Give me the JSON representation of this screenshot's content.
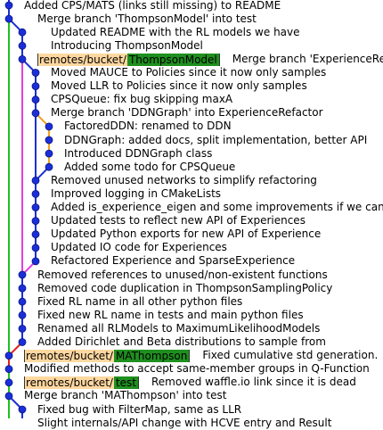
{
  "commits": [
    {
      "message": "Added CPS/MATS (links still missing) to README"
    },
    {
      "message": "Merge branch 'ThompsonModel' into test"
    },
    {
      "message": "Updated README with the RL models we have"
    },
    {
      "message": "Introducing ThompsonModel"
    },
    {
      "refs": [
        {
          "remote": "remotes/bucket/",
          "branch": "ThompsonModel"
        }
      ],
      "message": "Merge branch 'ExperienceRefactor'"
    },
    {
      "message": "Moved MAUCE to Policies since it now only samples"
    },
    {
      "message": "Moved LLR to Policies since it now only samples"
    },
    {
      "message": "CPSQueue: fix bug skipping maxA"
    },
    {
      "message": "Merge branch 'DDNGraph' into ExperienceRefactor"
    },
    {
      "message": "FactoredDDN: renamed to DDN"
    },
    {
      "message": "DDNGraph: added docs, split implementation, better API"
    },
    {
      "message": "Introduced DDNGraph class"
    },
    {
      "message": "Added some todo for CPSQueue"
    },
    {
      "message": "Removed unused networks to simplify refactoring"
    },
    {
      "message": "Improved logging in CMakeLists"
    },
    {
      "message": "Added is_experience_eigen and some improvements if we can"
    },
    {
      "message": "Updated tests to reflect new API of Experiences"
    },
    {
      "message": "Updated Python exports for new API of Experience"
    },
    {
      "message": "Updated IO code for Experiences"
    },
    {
      "message": "Refactored Experience and SparseExperience"
    },
    {
      "message": "Removed references to unused/non-existent functions"
    },
    {
      "message": "Removed code duplication in ThompsonSamplingPolicy"
    },
    {
      "message": "Fixed RL name in all other python files"
    },
    {
      "message": "Fixed new RL name in tests and main python files"
    },
    {
      "message": "Renamed all RLModels to MaximumLikelihoodModels"
    },
    {
      "message": "Added Dirichlet and Beta distributions to sample from"
    },
    {
      "refs": [
        {
          "remote": "remotes/bucket/",
          "branch": "MAThompson"
        }
      ],
      "message": "Fixed cumulative std generation."
    },
    {
      "message": "Modified methods to accept same-member groups in Q-Function"
    },
    {
      "refs": [
        {
          "remote": "remotes/bucket/",
          "branch": "test"
        }
      ],
      "message": "Removed waffle.io link since it is dead"
    },
    {
      "message": "Merge branch 'MAThompson' into test"
    },
    {
      "message": "Fixed bug with FilterMap, same as LLR"
    },
    {
      "message": "Slight internals/API change with HCVE entry and Result"
    }
  ],
  "colors": {
    "lane_blue": "#1a2fd8",
    "lane_magenta": "#e040e0",
    "lane_orange": "#f0a020",
    "lane_red": "#e02020",
    "lane_green": "#20c020",
    "ref_remote_bg": "#ffd8a0",
    "ref_branch_bg": "#1f8f1f"
  }
}
